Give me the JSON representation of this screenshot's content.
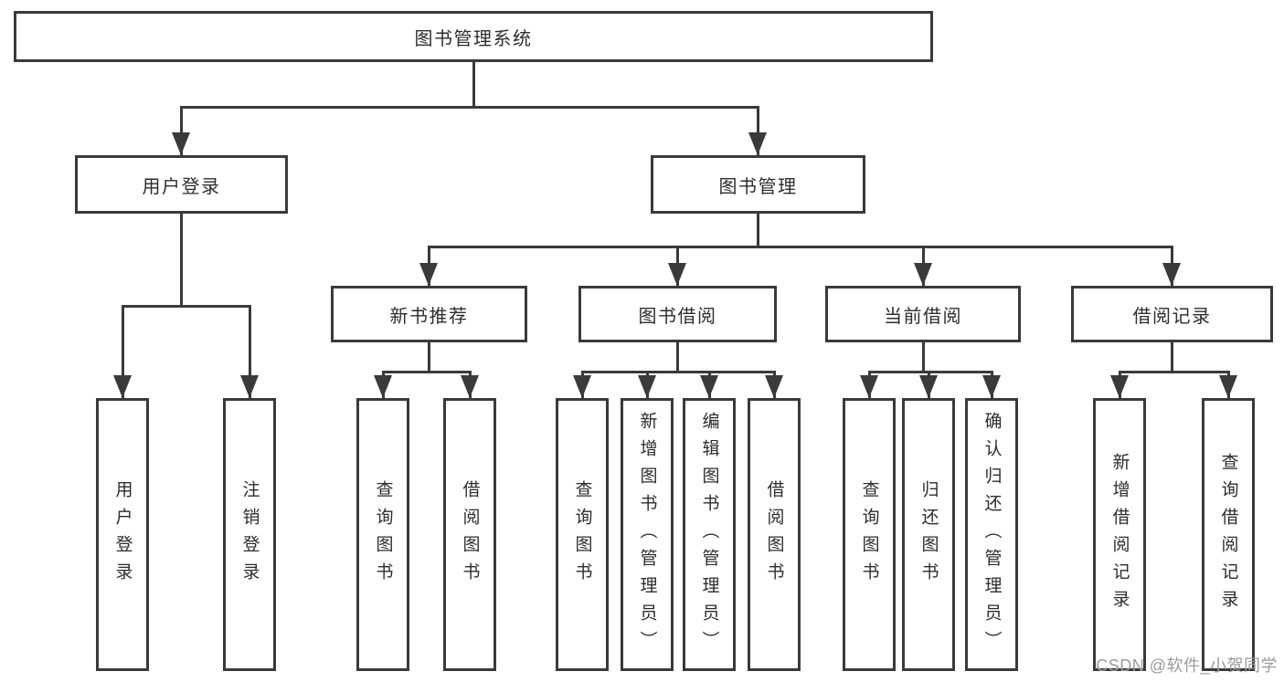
{
  "watermark": "CSDN @软件_小贺同学",
  "nodes": {
    "root": {
      "label": "图书管理系统",
      "children": [
        "user_login",
        "book_mgmt"
      ]
    },
    "user_login": {
      "label": "用户登录",
      "children": [
        "ul_login",
        "ul_logout"
      ]
    },
    "book_mgmt": {
      "label": "图书管理",
      "children": [
        "new_book",
        "book_borrow",
        "current_borrow",
        "borrow_record"
      ]
    },
    "new_book": {
      "label": "新书推荐",
      "children": [
        "nb_query",
        "nb_borrow"
      ]
    },
    "book_borrow": {
      "label": "图书借阅",
      "children": [
        "bb_query",
        "bb_add",
        "bb_edit",
        "bb_borrow"
      ]
    },
    "current_borrow": {
      "label": "当前借阅",
      "children": [
        "cb_query",
        "cb_return",
        "cb_confirm"
      ]
    },
    "borrow_record": {
      "label": "借阅记录",
      "children": [
        "br_add",
        "br_query"
      ]
    },
    "ul_login": {
      "label": "用户登录"
    },
    "ul_logout": {
      "label": "注销登录"
    },
    "nb_query": {
      "label": "查询图书"
    },
    "nb_borrow": {
      "label": "借阅图书"
    },
    "bb_query": {
      "label": "查询图书"
    },
    "bb_add": {
      "label": "新增图书（管理员）"
    },
    "bb_edit": {
      "label": "编辑图书（管理员）"
    },
    "bb_borrow": {
      "label": "借阅图书"
    },
    "cb_query": {
      "label": "查询图书"
    },
    "cb_return": {
      "label": "归还图书"
    },
    "cb_confirm": {
      "label": "确认归还（管理员）"
    },
    "br_add": {
      "label": "新增借阅记录"
    },
    "br_query": {
      "label": "查询借阅记录"
    }
  }
}
